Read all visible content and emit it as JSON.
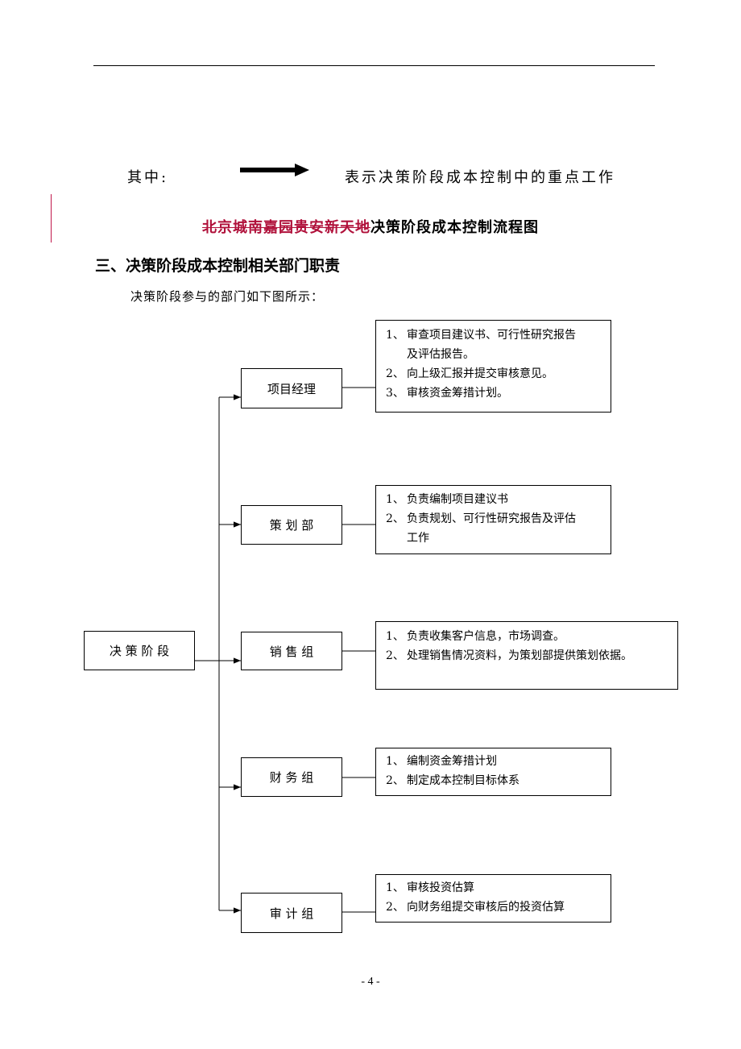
{
  "legend": {
    "label": "其中:",
    "description": "表示决策阶段成本控制中的重点工作"
  },
  "chart_title": {
    "struck_part": "北京城南嘉园贵安新天地",
    "main_part": "决策阶段成本控制流程图"
  },
  "section": {
    "heading": "三、决策阶段成本控制相关部门职责",
    "intro": "决策阶段参与的部门如下图所示："
  },
  "org_chart": {
    "root": "决 策 阶 段",
    "departments": [
      {
        "name": "项目经理",
        "duties": [
          {
            "num": "1、",
            "text": "审查项目建议书、可行性研究报告",
            "cont": "及评估报告。"
          },
          {
            "num": "2、",
            "text": "向上级汇报并提交审核意见。"
          },
          {
            "num": "3、",
            "text": "审核资金筹措计划。"
          }
        ]
      },
      {
        "name": "策 划 部",
        "duties": [
          {
            "num": "1、",
            "text": "负责编制项目建议书"
          },
          {
            "num": "2、",
            "text": "负责规划、可行性研究报告及评估",
            "cont": "工作"
          }
        ]
      },
      {
        "name": "销 售 组",
        "duties": [
          {
            "num": "1、",
            "text": "负责收集客户信息，市场调查。"
          },
          {
            "num": "2、",
            "text": "处理销售情况资料，为策划部提供策划依据。"
          }
        ]
      },
      {
        "name": "财 务 组",
        "duties": [
          {
            "num": "1、",
            "text": "编制资金筹措计划"
          },
          {
            "num": "2、",
            "text": "制定成本控制目标体系"
          }
        ]
      },
      {
        "name": "审 计 组",
        "duties": [
          {
            "num": "1、",
            "text": "审核投资估算"
          },
          {
            "num": "2、",
            "text": "向财务组提交审核后的投资估算"
          }
        ]
      }
    ]
  },
  "footer": {
    "page_number": "- 4 -"
  }
}
